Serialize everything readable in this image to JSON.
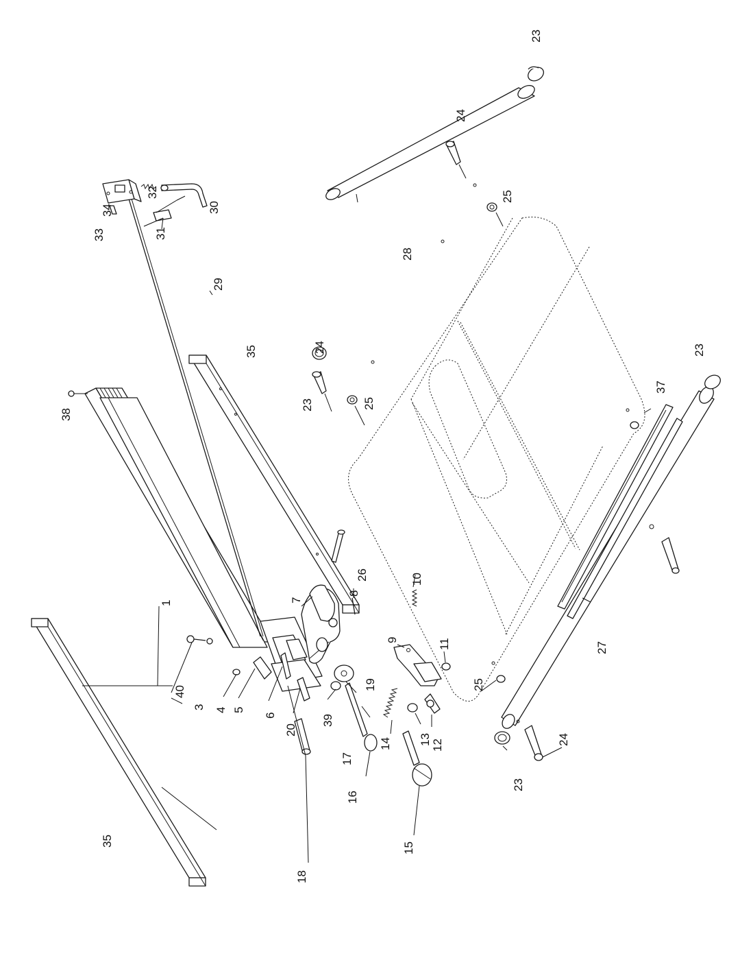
{
  "diagram": {
    "part_labels": [
      "1",
      "3",
      "4",
      "5",
      "6",
      "7",
      "8",
      "9",
      "10",
      "11",
      "12",
      "13",
      "14",
      "15",
      "16",
      "17",
      "18",
      "19",
      "20",
      "23",
      "24",
      "25",
      "26",
      "27",
      "28",
      "29",
      "30",
      "31",
      "32",
      "33",
      "34",
      "35",
      "37",
      "38",
      "39",
      "40"
    ]
  }
}
